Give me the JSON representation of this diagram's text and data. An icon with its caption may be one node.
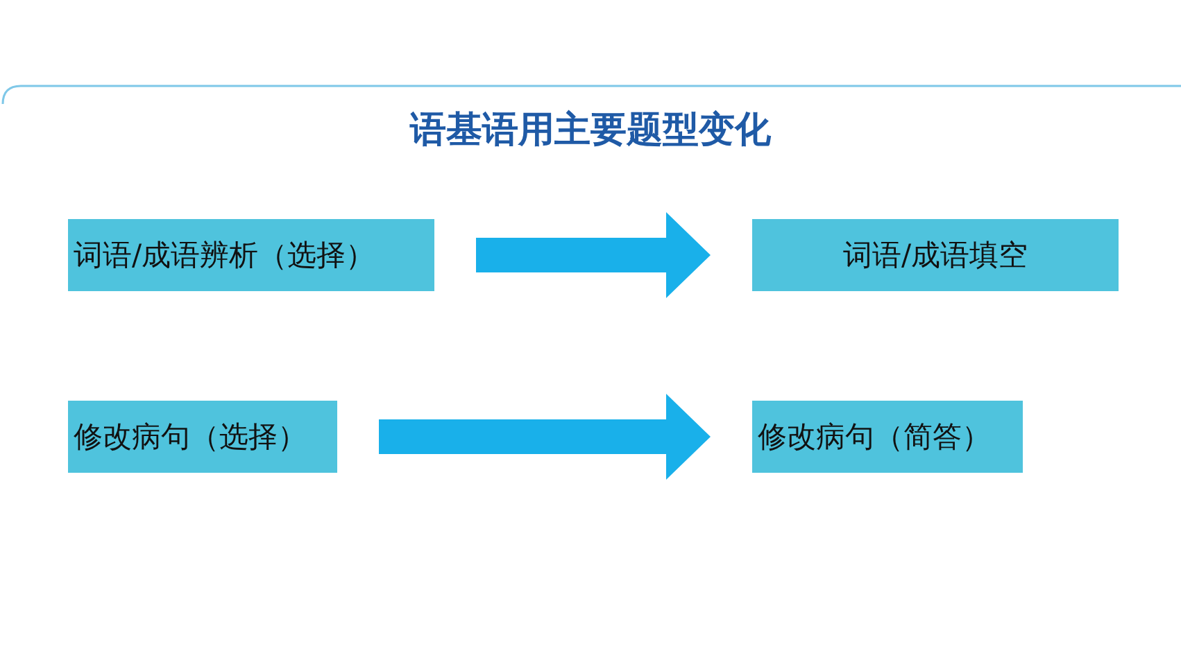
{
  "diagram": {
    "title": "语基语用主要题型变化",
    "nodes": [
      {
        "text": [
          "词语/成语辨析（选择）"
        ]
      },
      {
        "text": [
          "词语/成语填空"
        ]
      },
      {
        "text": [
          "修改病句（选择）"
        ]
      },
      {
        "text": [
          "修改病句（简答）"
        ]
      }
    ],
    "edges": [
      {
        "from": 0,
        "to": 1,
        "arrow": "to",
        "style": "thick"
      },
      {
        "from": 2,
        "to": 3,
        "arrow": "to",
        "style": "thick"
      }
    ]
  }
}
